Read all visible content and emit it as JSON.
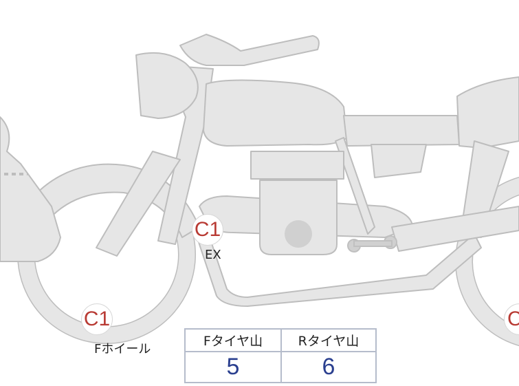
{
  "colors": {
    "bike_fill": "#e6e6e6",
    "bike_stroke": "#bdbdbd",
    "detail_fill": "#d0d0d0",
    "marker_text": "#b83a33",
    "value_text": "#2a3f8f",
    "table_border": "#b5bccb"
  },
  "markers": [
    {
      "code": "C1",
      "label": "EX"
    },
    {
      "code": "C1",
      "label": "Fホイール"
    },
    {
      "code": "C"
    }
  ],
  "tread_table": {
    "front_header": "Fタイヤ山",
    "rear_header": "Rタイヤ山",
    "front_value": "5",
    "rear_value": "6"
  }
}
